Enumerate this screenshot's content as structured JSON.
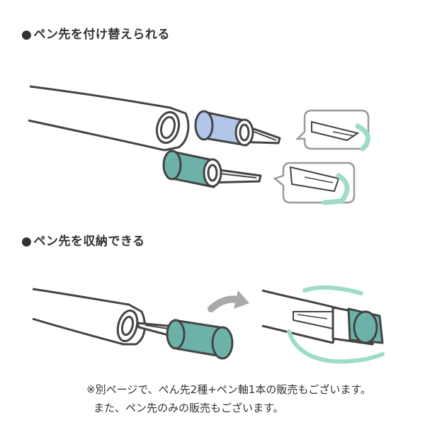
{
  "sections": [
    {
      "bullet": "●",
      "heading": "ペン先を付け替えられる"
    },
    {
      "bullet": "●",
      "heading": "ペン先を収納できる"
    }
  ],
  "notes": [
    "※別ページで、ぺん先2種+ペン軸1本の販売もございます。",
    "また、ペン先のみの販売もございます。"
  ],
  "colors": {
    "outline": "#444444",
    "cap_blue": "#b3c6ea",
    "cap_teal": "#6db2a8",
    "accent_mint": "#9fdcc8",
    "arrow_gray": "#aaaaaa",
    "bubble_gray": "#9a9a9a"
  },
  "icons": [
    "pen-body",
    "blue-nib-cap",
    "teal-nib-cap",
    "nib-detail-bubble",
    "rotation-arrow",
    "curved-arrow"
  ]
}
